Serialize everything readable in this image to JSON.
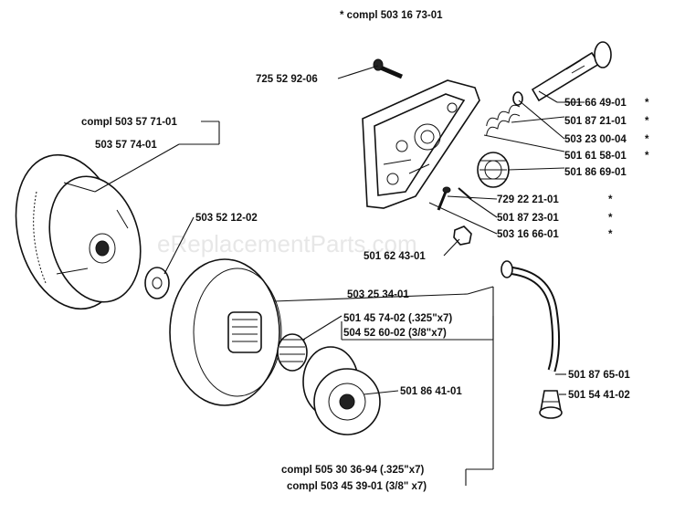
{
  "watermark": "eReplacementParts.com",
  "labels": {
    "header": "*  compl 503 16 73-01",
    "screw": "725 52 92-06",
    "compl_clutch": "compl 503 57 71-01",
    "clutch": "503 57 74-01",
    "washer": "503 52 12-02",
    "pump_shaft": "501 66 49-01",
    "spring": "501 87 21-01",
    "washer_small": "503 23 00-04",
    "seal": "501 61 58-01",
    "worm_gear": "501 86 69-01",
    "screw_small": "729 22 21-01",
    "adjust_screw": "501 87 23-01",
    "plug": "503 16 66-01",
    "nut": "501 62 43-01",
    "drum": "503 25 34-01",
    "bearing_325": "501 45 74-02 (.325\"x7)",
    "bearing_38": "504 52 60-02 (3/8\"x7)",
    "rim": "501 86 41-01",
    "hose": "501 87 65-01",
    "filter": "501 54 41-02",
    "compl_drum_325": "compl 505 30 36-94 (.325\"x7)",
    "compl_drum_38": "compl 503 45 39-01 (3/8\" x7)"
  },
  "asterisks": {
    "pump_shaft": "*",
    "spring": "*",
    "washer_small": "*",
    "seal": "*",
    "screw_small": "*",
    "adjust_screw": "*",
    "plug": "*"
  }
}
